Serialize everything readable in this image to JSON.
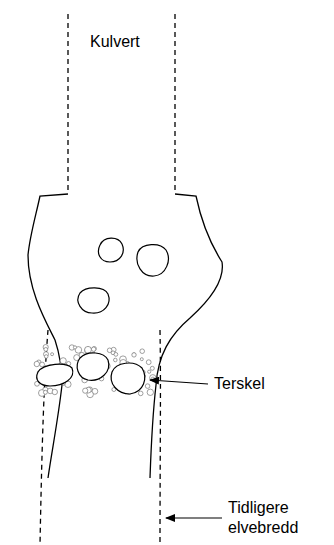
{
  "diagram": {
    "labels": [
      "Kulvert",
      "Terskel",
      "Tidligere elvebredd"
    ]
  }
}
